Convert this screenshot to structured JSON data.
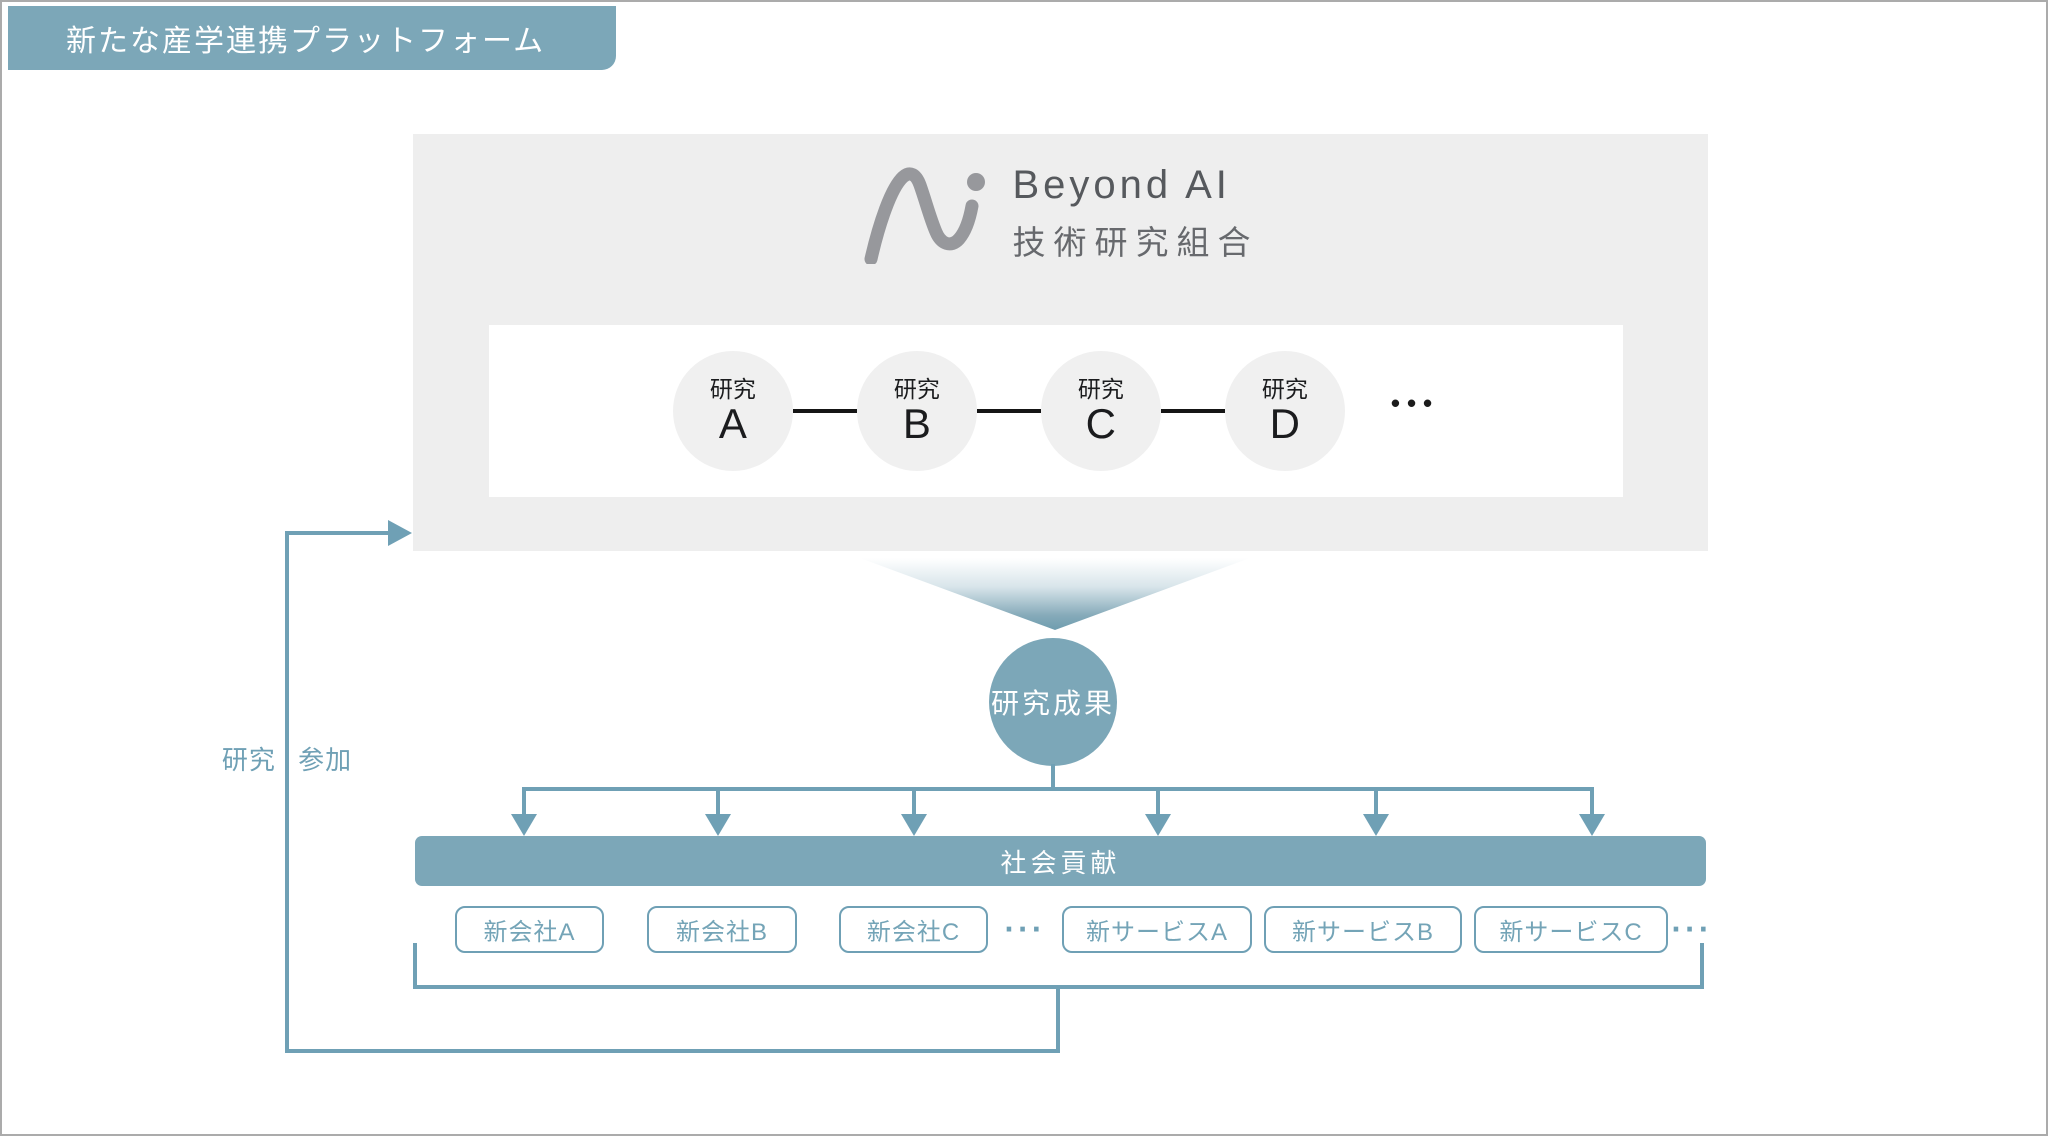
{
  "header": {
    "title": "新たな産学連携プラットフォーム"
  },
  "organization": {
    "logo_name": "Beyond AI",
    "logo_subtitle": "技術研究組合",
    "logo_mark_icon": "beyond-ai-mark",
    "research_nodes": [
      {
        "category": "研究",
        "letter": "A"
      },
      {
        "category": "研究",
        "letter": "B"
      },
      {
        "category": "研究",
        "letter": "C"
      },
      {
        "category": "研究",
        "letter": "D"
      }
    ],
    "more_nodes_ellipsis": "•••"
  },
  "flow": {
    "result_label": "研究成果",
    "contribution_label": "社会貢献",
    "feedback_label": "研究 参加"
  },
  "outcomes": {
    "items": [
      {
        "label": "新会社A"
      },
      {
        "label": "新会社B"
      },
      {
        "label": "新会社C"
      },
      {
        "label": "···",
        "type": "ellipsis"
      },
      {
        "label": "新サービスA"
      },
      {
        "label": "新サービスB"
      },
      {
        "label": "新サービスC"
      },
      {
        "label": "···",
        "type": "ellipsis"
      }
    ]
  },
  "colors": {
    "accent": "#7CA7B8",
    "line": "#6FA0B5",
    "panel_gray": "#EEEEEE",
    "node_gray": "#F0F0F0",
    "logo_gray": "#97989C"
  }
}
